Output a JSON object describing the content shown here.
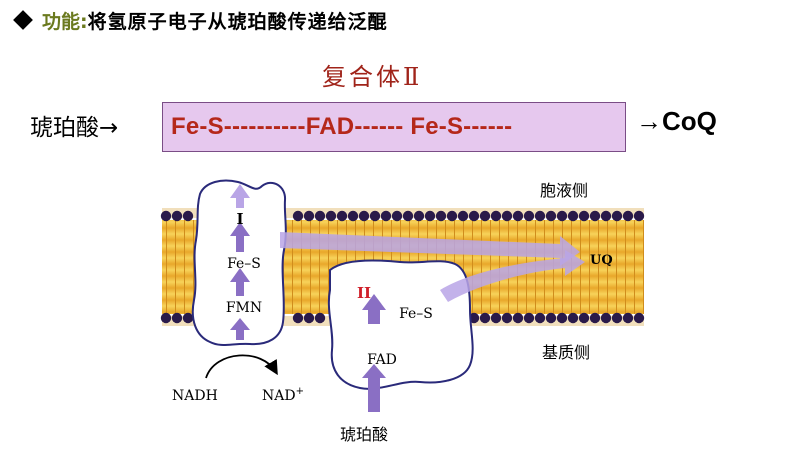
{
  "header": {
    "bullet_icon": "diamond-bullet-icon",
    "label": "功能:",
    "text": "将氢原子电子从琥珀酸传递给泛醌"
  },
  "complex": {
    "title": "复合体Ⅱ",
    "substrate": "琥珀酸→",
    "chain": "Fe-S----------FAD------ Fe-S------",
    "product": "→CoQ"
  },
  "figure": {
    "cytosol_label": "胞液侧",
    "matrix_label": "基质侧",
    "complex1_label": "I",
    "complex1_fes": "Fe–S",
    "complex1_fmn": "FMN",
    "nadh": "NADH",
    "nad": "NAD",
    "nad_sup": "+",
    "complex2_label": "II",
    "complex2_fes": "Fe–S",
    "complex2_fad": "FAD",
    "uq": "UQ",
    "succinate": "琥珀酸"
  },
  "colors": {
    "header_label": "#6b7a1f",
    "title": "#a0241a",
    "chain_text": "#b5281a",
    "chain_box": "#e6c8ee",
    "membrane_core": "#f2c13a",
    "lipid_head": "#2a1a4a",
    "protein_fill": "#ffffff",
    "protein_edge": "#2a2a7a",
    "arrow": "#8a6fc4",
    "complex2_label": "#d0202a"
  }
}
